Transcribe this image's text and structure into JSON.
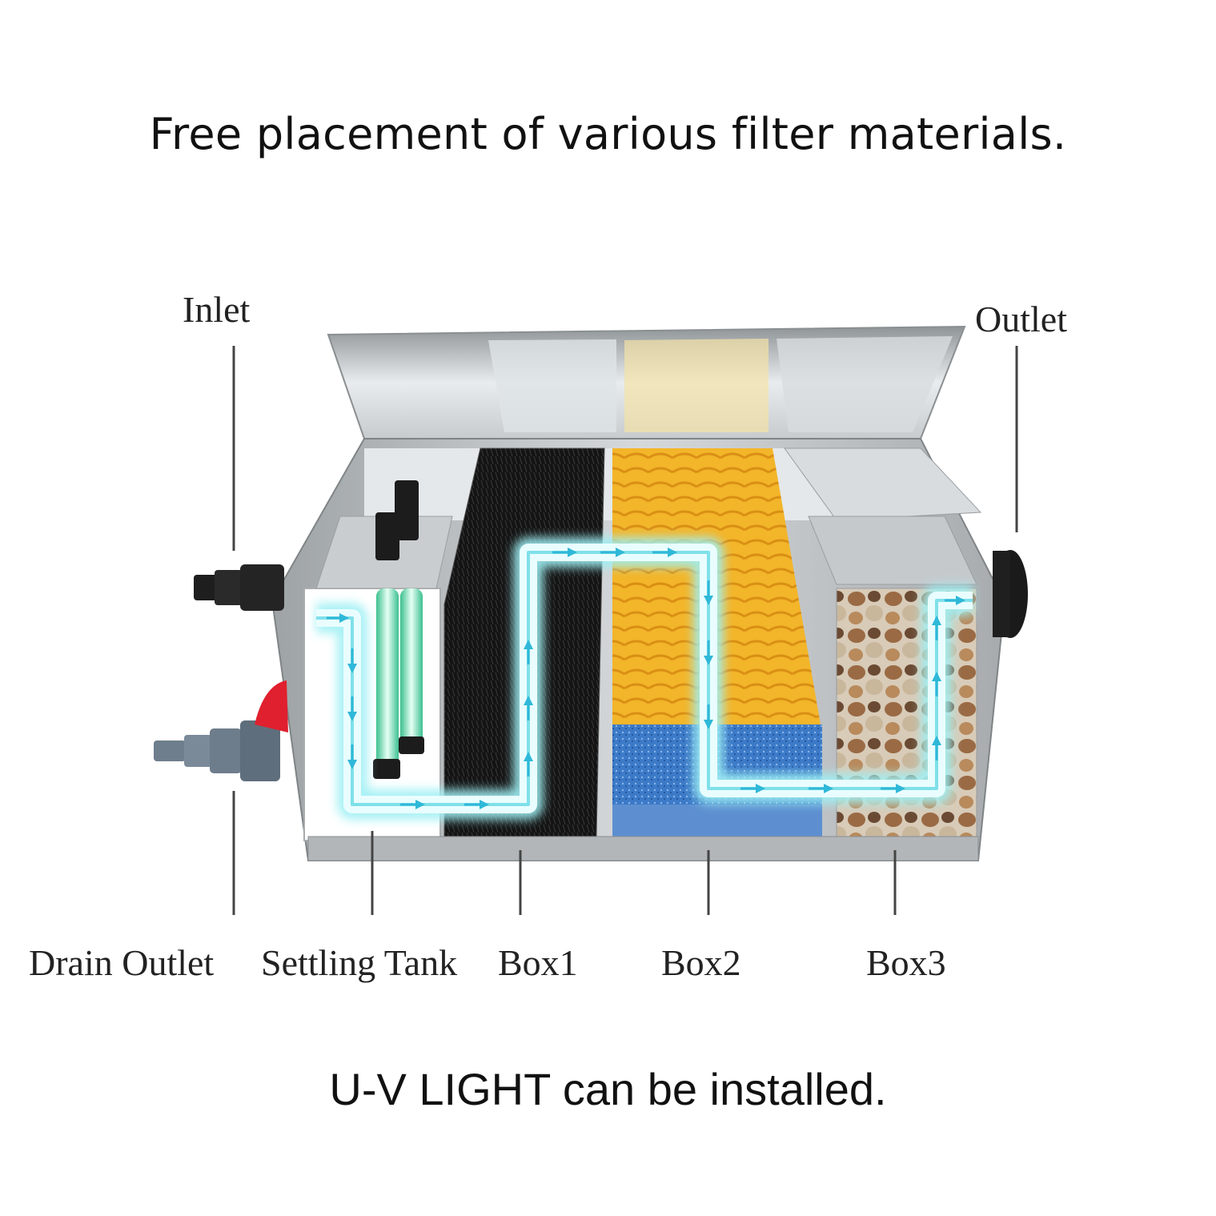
{
  "headings": {
    "top": "Free placement of various filter materials.",
    "bottom": "U-V LIGHT can be installed."
  },
  "labels": {
    "inlet": "Inlet",
    "outlet": "Outlet",
    "drain_outlet": "Drain Outlet",
    "settling_tank": "Settling Tank",
    "box1": "Box1",
    "box2": "Box2",
    "box3": "Box3"
  },
  "colors": {
    "flow": "#7fe0ea",
    "flow_arrow": "#2fb8d8",
    "tank_wall": "#b9bdc0",
    "brush_media": "#151515",
    "yellow_sponge": "#f2b12a",
    "blue_sponge": "#3a78c6",
    "bio_media": "#8a5a3a",
    "valve_handle": "#e0202e"
  }
}
